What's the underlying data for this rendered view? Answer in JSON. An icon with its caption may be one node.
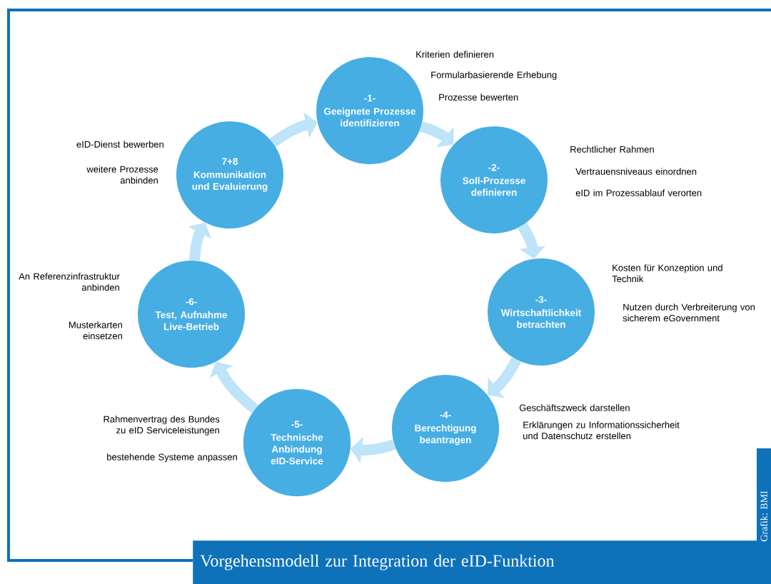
{
  "diagram": {
    "caption": "Vorgehensmodell zur Integration der eID-Funktion",
    "nodes": [
      {
        "text": [
          "-1-",
          "Geeignete Prozesse identifizieren"
        ],
        "beside": [
          "Kriterien definieren",
          "Formularbasierende Erhebung",
          "Prozesse bewerten"
        ]
      },
      {
        "text": [
          "-2-",
          "Soll-Prozesse definieren"
        ],
        "beside": [
          "Rechtlicher Rahmen",
          "Vertrauensniveaus einordnen",
          "eID im Prozessablauf verorten"
        ]
      },
      {
        "text": [
          "-3-",
          "Wirtschaftlichkeit betrachten"
        ],
        "beside": [
          "Kosten für Konzeption und Technik",
          "Nutzen durch Verbreiterung von sicherem eGovernment"
        ]
      },
      {
        "text": [
          "-4-",
          "Berechtigung beantragen"
        ],
        "beside": [
          "Geschäftszweck darstellen",
          "Erklärungen zu Informationssicherheit und Datenschutz erstellen"
        ]
      },
      {
        "text": [
          "-5-",
          "Technische Anbindung eID-Service"
        ],
        "beside": [
          "Rahmenvertrag des Bundes zu eID Serviceleistungen",
          "bestehende Systeme anpassen"
        ]
      },
      {
        "text": [
          "-6-",
          "Test, Aufnahme Live-Betrieb"
        ],
        "beside": [
          "An Referenzinfrastruktur anbinden",
          "Musterkarten einsetzen"
        ]
      },
      {
        "text": [
          "7+8",
          "Kommunikation und Evaluierung"
        ],
        "beside": [
          "eID-Dienst bewerben",
          "weitere Prozesse anbinden"
        ]
      }
    ],
    "edges": [
      {
        "from": 0,
        "to": 1,
        "arrow": "to"
      },
      {
        "from": 1,
        "to": 2,
        "arrow": "to"
      },
      {
        "from": 2,
        "to": 3,
        "arrow": "to"
      },
      {
        "from": 3,
        "to": 4,
        "arrow": "to"
      },
      {
        "from": 4,
        "to": 5,
        "arrow": "to"
      },
      {
        "from": 5,
        "to": 6,
        "arrow": "to"
      },
      {
        "from": 6,
        "to": 0,
        "arrow": "to"
      }
    ],
    "labels": [
      "Grafik: BMI"
    ]
  }
}
